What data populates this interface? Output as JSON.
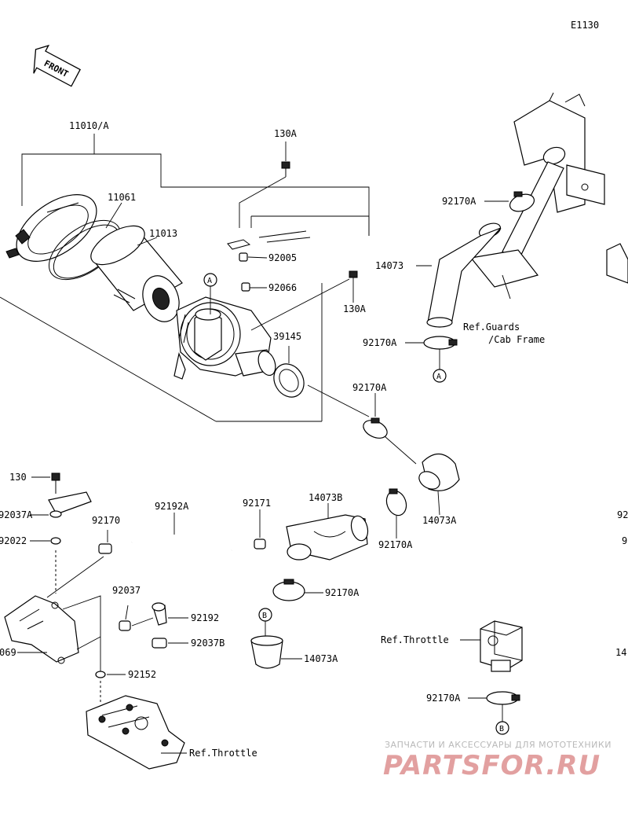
{
  "diagram_code": "E1130",
  "front_label": "FRONT",
  "callouts": {
    "p11010A": "11010/A",
    "p130A_top": "130A",
    "p11061": "11061",
    "p11013": "11013",
    "p92005": "92005",
    "p92066": "92066",
    "p130A_mid": "130A",
    "p39145": "39145",
    "p92170A_1": "92170A",
    "p14073": "14073",
    "p92170A_2": "92170A",
    "p92170A_3": "92170A",
    "p14073A_1": "14073A",
    "p14073B": "14073B",
    "p92170A_4": "92170A",
    "p92170A_5": "92170A",
    "p14073A_2": "14073A",
    "p130": "130",
    "p92037A": "92037A",
    "p92022": "92022",
    "p92170": "92170",
    "p92192A": "92192A",
    "p92171": "92171",
    "p92037": "92037",
    "p92192": "92192",
    "p92037B": "92037B",
    "p92152": "92152",
    "p069": "069",
    "p92170A_6": "92170A",
    "edge1": "92",
    "edge2": "9",
    "edge3": "14"
  },
  "references": {
    "guards_line1": "Ref.Guards",
    "guards_line2": "/Cab Frame",
    "throttle_1": "Ref.Throttle",
    "throttle_2": "Ref.Throttle"
  },
  "markers": {
    "a1": "A",
    "a2": "A",
    "b1": "B",
    "b2": "B"
  },
  "watermark": {
    "tagline": "ЗАПЧАСТИ И АКСЕССУАРЫ ДЛЯ МОТОТЕХНИКИ",
    "brand": "PARTSFOR.RU"
  }
}
